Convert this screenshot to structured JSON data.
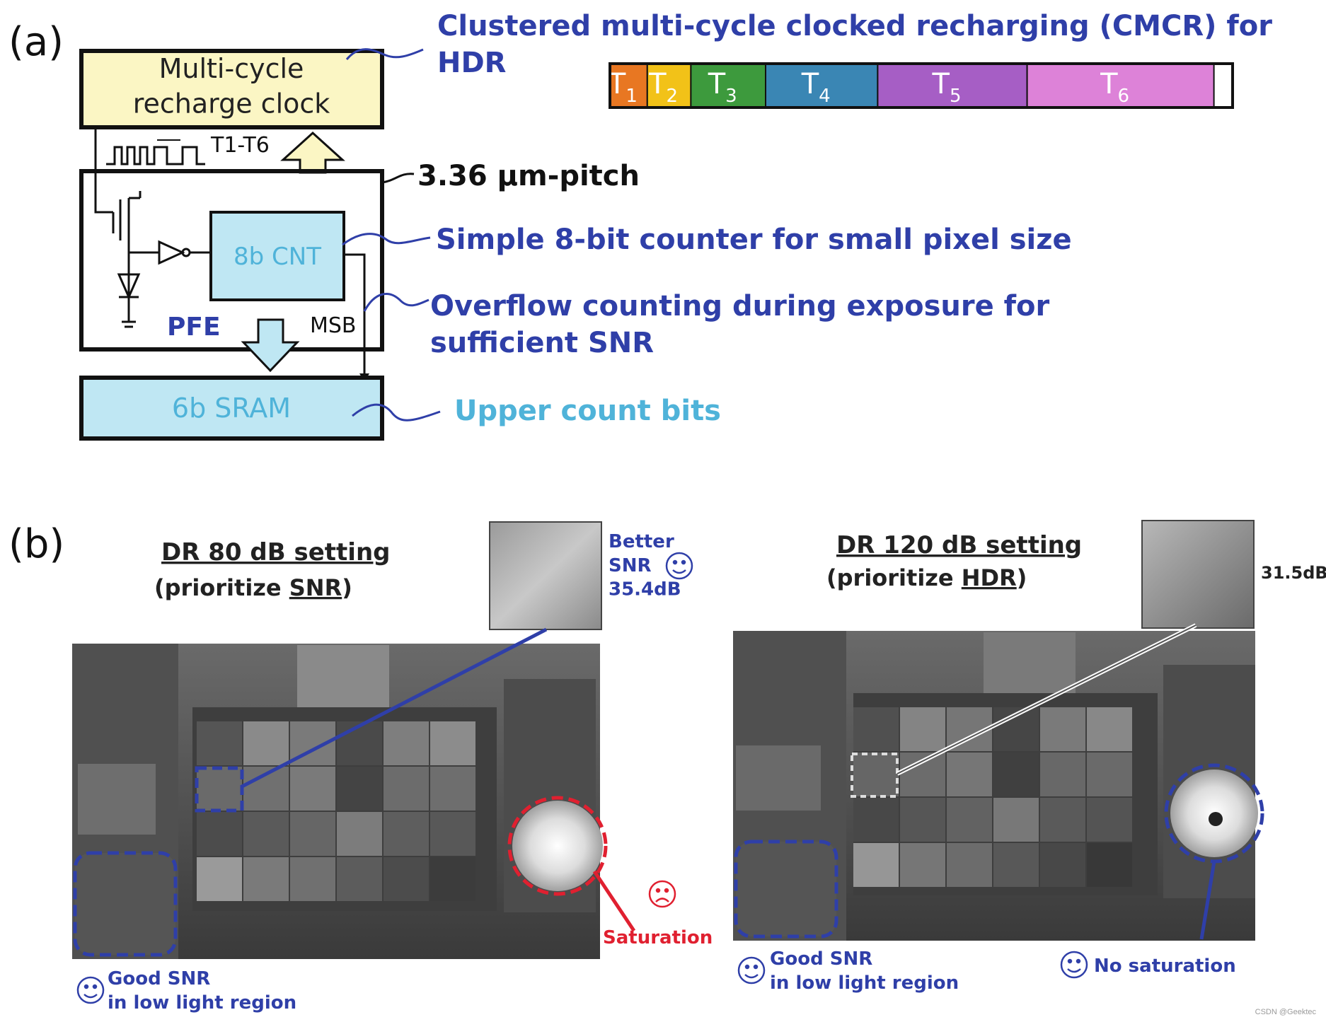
{
  "panel_a": {
    "label": "(a)",
    "clock_box": "Multi-cycle\nrecharge clock",
    "pulse_label": "T1-T6",
    "pitch": "3.36 µm-pitch",
    "counter_box": "8b CNT",
    "pfe": "PFE",
    "msb": "MSB",
    "sram_box": "6b SRAM",
    "annotations": {
      "cmcr": "Clustered multi-cycle clocked recharging (CMCR) for\nHDR",
      "counter": "Simple 8-bit counter for small pixel size",
      "overflow": "Overflow counting during exposure for\nsufficient SNR",
      "upper": "Upper count bits"
    },
    "timing_bar": [
      {
        "base": "T",
        "sub": "1",
        "color": "#e87722",
        "share": 0.06
      },
      {
        "base": "T",
        "sub": "2",
        "color": "#f2c218",
        "share": 0.07
      },
      {
        "base": "T",
        "sub": "3",
        "color": "#3d9a3d",
        "share": 0.12
      },
      {
        "base": "T",
        "sub": "4",
        "color": "#3a86b4",
        "share": 0.18
      },
      {
        "base": "T",
        "sub": "5",
        "color": "#a65ec5",
        "share": 0.24
      },
      {
        "base": "T",
        "sub": "6",
        "color": "#dd82d8",
        "share": 0.3
      }
    ]
  },
  "panel_b": {
    "label": "(b)",
    "left": {
      "title": "DR 80 dB setting",
      "subtitle_pre": "(prioritize ",
      "subtitle_key": "SNR",
      "subtitle_post": ")",
      "snr_note": "Better\nSNR\n35.4dB",
      "saturation": "Saturation",
      "good_snr": "Good SNR\nin low light region"
    },
    "right": {
      "title": "DR 120 dB setting",
      "subtitle_pre": "(prioritize ",
      "subtitle_key": "HDR",
      "subtitle_post": ")",
      "snr_note": "31.5dB",
      "no_saturation": "No saturation",
      "good_snr": "Good SNR\nin low light region"
    }
  },
  "watermark": "CSDN @Geektec",
  "colors": {
    "annotation_blue": "#2f3fa8",
    "light_blue_text": "#4fb3d9",
    "box_yellow": "#fbf6c4",
    "box_cyan": "#bfe7f3",
    "warning_red": "#e02030"
  }
}
